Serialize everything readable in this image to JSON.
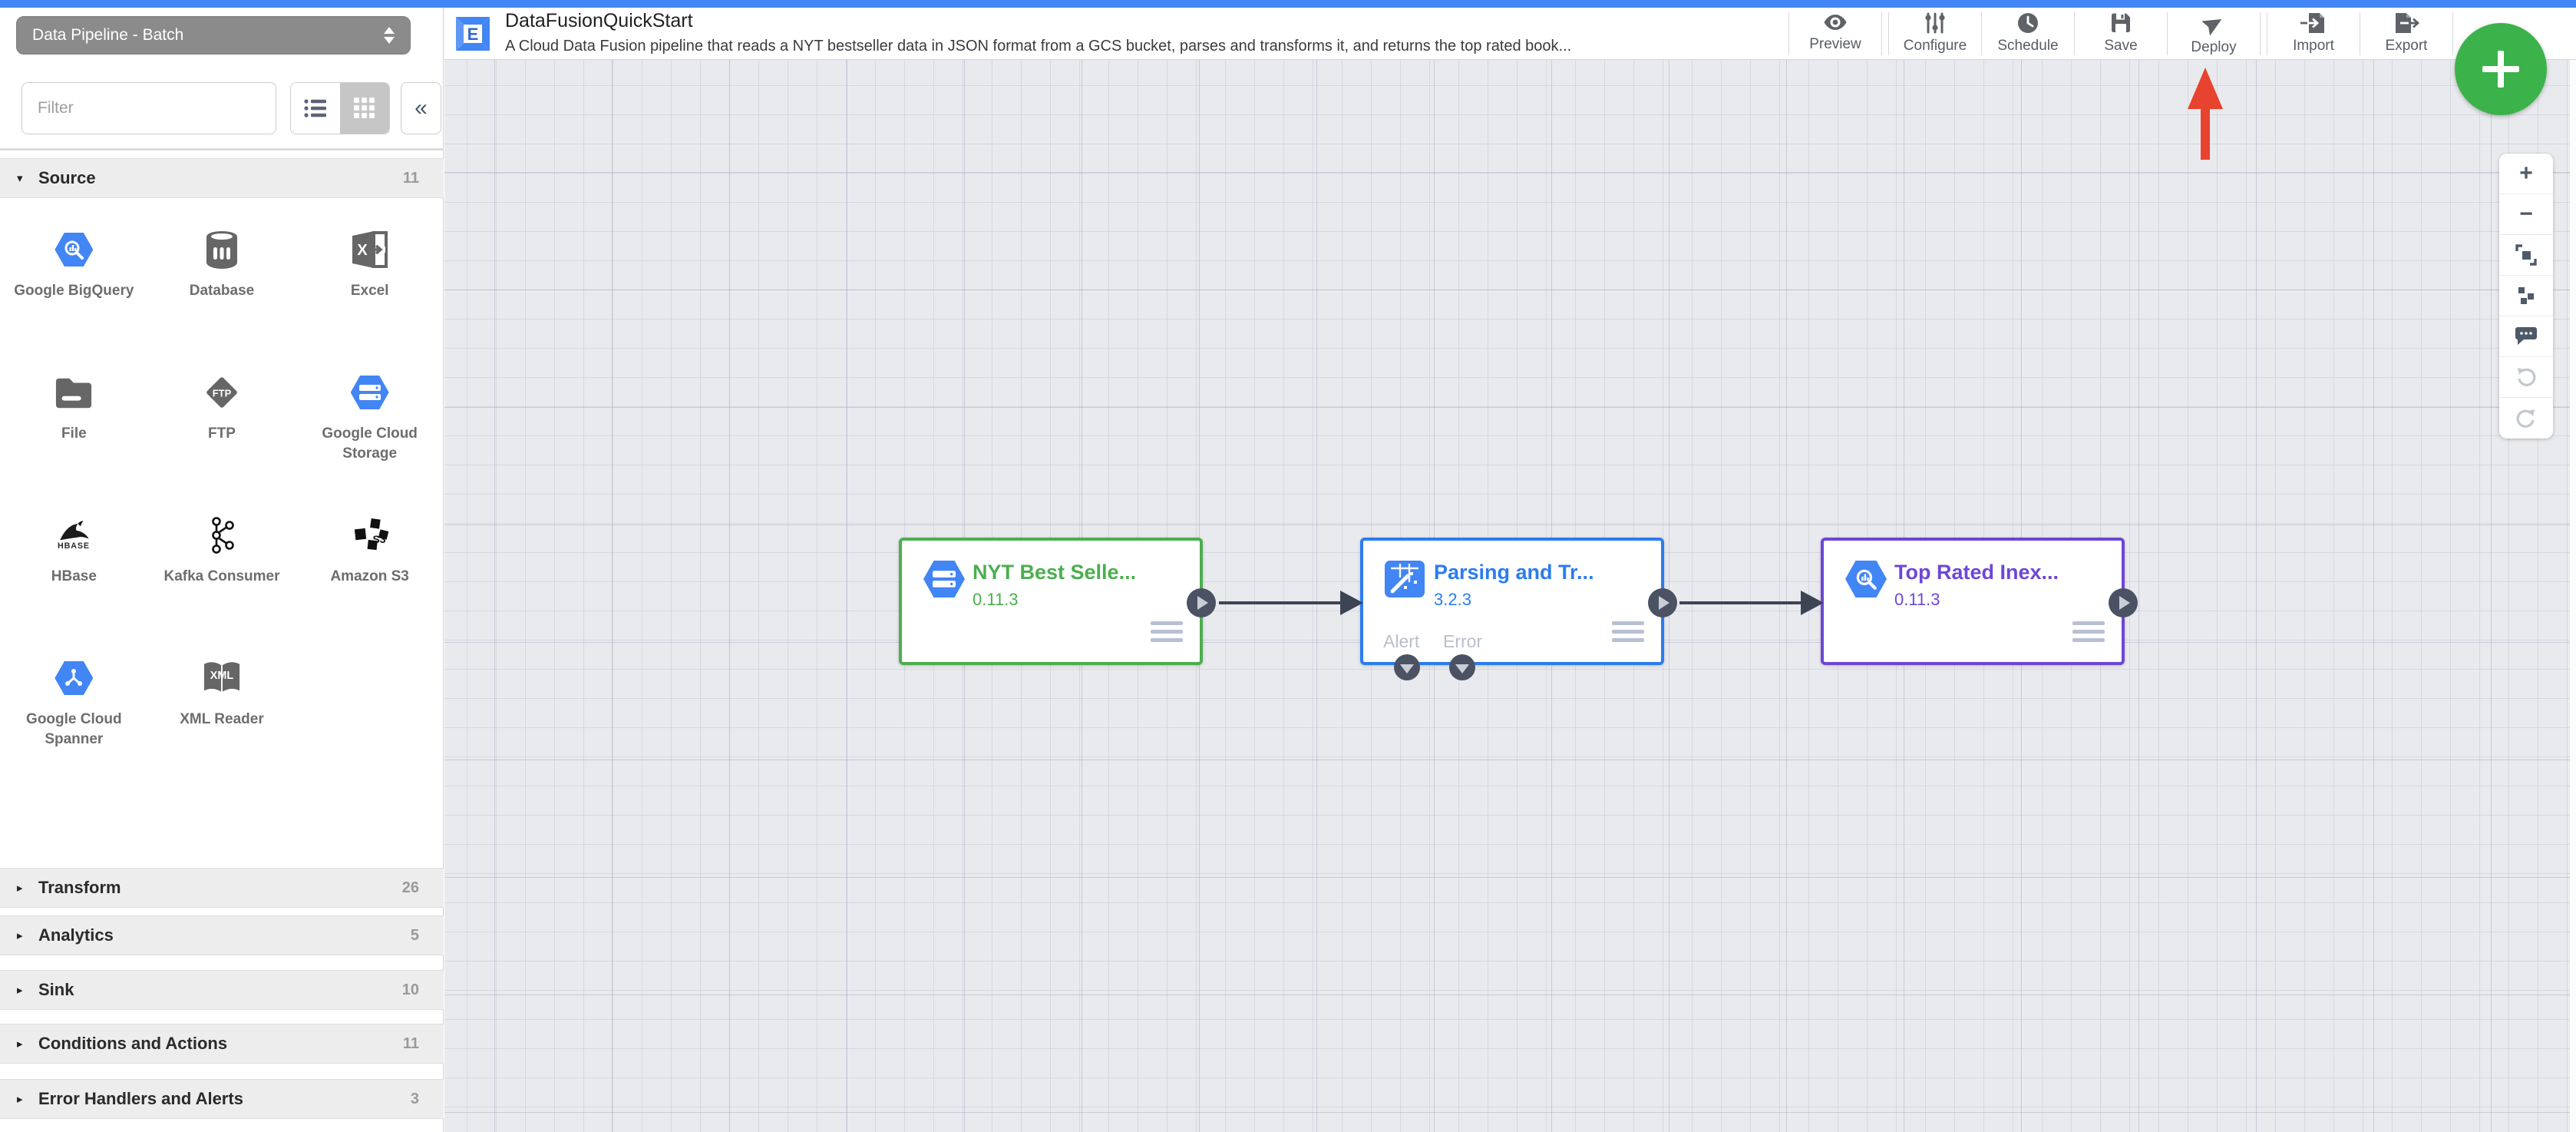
{
  "app": {
    "topbar_color": "#4285f4"
  },
  "pipeline_type_selector": {
    "label": "Data Pipeline - Batch"
  },
  "sidebar": {
    "filter": {
      "placeholder": "Filter"
    },
    "view_toggle": {
      "icons": [
        "list-view-icon",
        "grid-view-icon"
      ],
      "selected": "grid-view-icon"
    },
    "collapse_label": "«",
    "source_section": {
      "label": "Source",
      "count": "11"
    },
    "plugins": [
      {
        "label": "Google BigQuery",
        "icon": "bigquery-icon"
      },
      {
        "label": "Database",
        "icon": "database-icon"
      },
      {
        "label": "Excel",
        "icon": "excel-icon"
      },
      {
        "label": "File",
        "icon": "file-folder-icon"
      },
      {
        "label": "FTP",
        "icon": "ftp-icon"
      },
      {
        "label": "Google Cloud Storage",
        "icon": "cloud-storage-icon"
      },
      {
        "label": "HBase",
        "icon": "hbase-icon"
      },
      {
        "label": "Kafka Consumer",
        "icon": "kafka-icon"
      },
      {
        "label": "Amazon S3",
        "icon": "s3-icon"
      },
      {
        "label": "Google Cloud Spanner",
        "icon": "spanner-icon"
      },
      {
        "label": "XML Reader",
        "icon": "xml-reader-icon"
      }
    ],
    "collapsed_sections": [
      {
        "label": "Transform",
        "count": "26"
      },
      {
        "label": "Analytics",
        "count": "5"
      },
      {
        "label": "Sink",
        "count": "10"
      },
      {
        "label": "Conditions and Actions",
        "count": "11"
      },
      {
        "label": "Error Handlers and Alerts",
        "count": "3"
      }
    ]
  },
  "header": {
    "title": "DataFusionQuickStart",
    "description": "A Cloud Data Fusion pipeline that reads a NYT bestseller data in JSON format from a GCS bucket, parses and transforms it, and returns the top rated book...",
    "actions": [
      {
        "label": "Preview",
        "icon": "eye-icon"
      },
      {
        "label": "Configure",
        "icon": "sliders-icon"
      },
      {
        "label": "Schedule",
        "icon": "clock-icon"
      },
      {
        "label": "Save",
        "icon": "save-icon"
      },
      {
        "label": "Deploy",
        "icon": "send-icon"
      },
      {
        "label": "Import",
        "icon": "import-icon"
      },
      {
        "label": "Export",
        "icon": "export-icon"
      }
    ],
    "add_button": {
      "icon": "plus-icon",
      "color": "#3bb24a"
    }
  },
  "canvas": {
    "nodes": [
      {
        "title": "NYT Best Selle...",
        "version": "0.11.3",
        "color": "#4cae4f",
        "icon": "cloud-storage-icon"
      },
      {
        "title": "Parsing and Tr...",
        "version": "3.2.3",
        "color": "#2b7cf0",
        "icon": "wrangler-icon",
        "bottom_ports": [
          {
            "label": "Alert"
          },
          {
            "label": "Error"
          }
        ]
      },
      {
        "title": "Top Rated Inex...",
        "version": "0.11.3",
        "color": "#6d47d6",
        "icon": "bigquery-icon"
      }
    ],
    "annotation_arrow": {
      "color": "#e8432e",
      "points_at": "Deploy"
    }
  },
  "zoom_toolbar": {
    "items": [
      {
        "icon": "zoom-in-icon",
        "glyph": "+"
      },
      {
        "icon": "zoom-out-icon",
        "glyph": "−"
      },
      {
        "icon": "fit-to-screen-icon"
      },
      {
        "icon": "auto-align-icon"
      },
      {
        "icon": "comment-icon"
      },
      {
        "icon": "undo-icon"
      },
      {
        "icon": "redo-icon"
      }
    ]
  }
}
